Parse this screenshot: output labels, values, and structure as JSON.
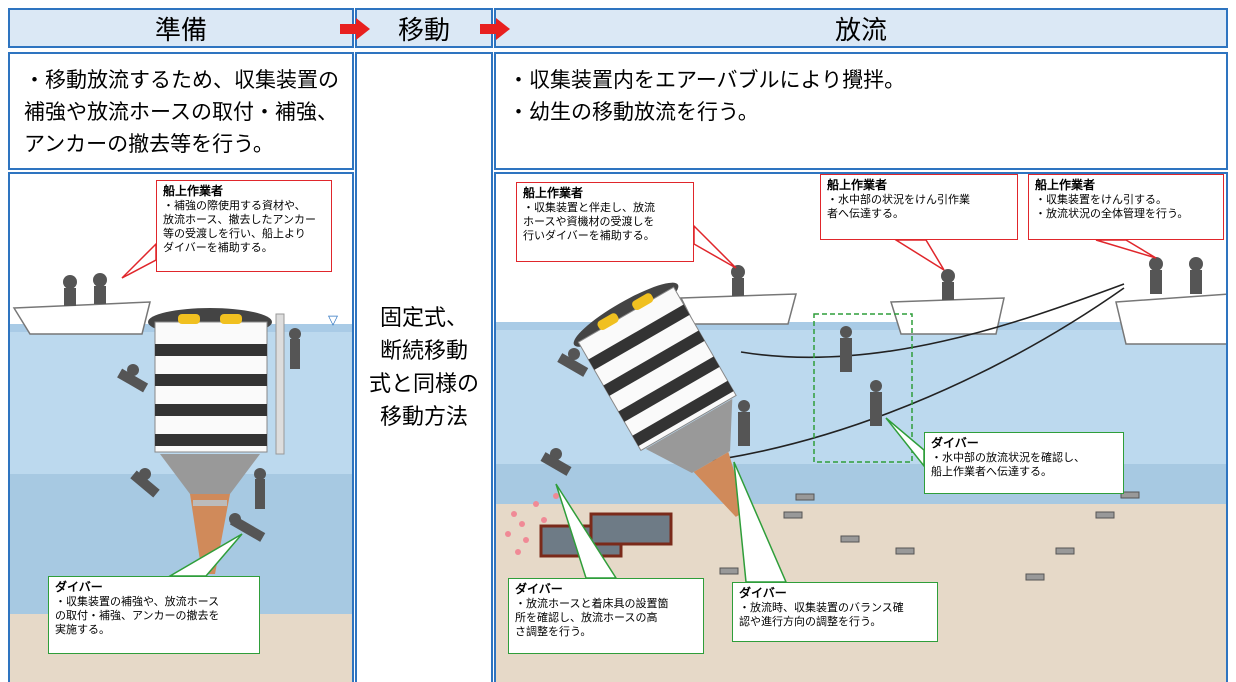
{
  "headers": {
    "prep": "準備",
    "move": "移動",
    "release": "放流"
  },
  "prep": {
    "desc": [
      "・移動放流するため、収集装置の",
      "補強や放流ホースの取付・補強、",
      "アンカーの撤去等を行う。"
    ],
    "boat_worker": {
      "title": "船上作業者",
      "text": [
        "・補強の際使用する資材や、",
        "放流ホース、撤去したアンカー",
        "等の受渡しを行い、船上より",
        "ダイバーを補助する。"
      ]
    },
    "diver": {
      "title": "ダイバー",
      "text": [
        "・収集装置の補強や、放流ホース",
        "の取付・補強、アンカーの撤去を",
        "実施する。"
      ]
    }
  },
  "move": {
    "text": [
      "固定式、",
      "断続移動",
      "式と同様の",
      "移動方法"
    ]
  },
  "release": {
    "desc": [
      "・収集装置内をエアーバブルにより攪拌。",
      "・幼生の移動放流を行う。"
    ],
    "boat_worker1": {
      "title": "船上作業者",
      "text": [
        "・収集装置と伴走し、放流",
        "ホースや資機材の受渡しを",
        "行いダイバーを補助する。"
      ]
    },
    "boat_worker2": {
      "title": "船上作業者",
      "text": [
        "・水中部の状況をけん引作業",
        "者へ伝達する。"
      ]
    },
    "boat_worker3": {
      "title": "船上作業者",
      "text": [
        "・収集装置をけん引する。",
        "・放流状況の全体管理を行う。"
      ]
    },
    "diver1": {
      "title": "ダイバー",
      "text": [
        "・水中部の放流状況を確認し、",
        "船上作業者へ伝達する。"
      ]
    },
    "diver2": {
      "title": "ダイバー",
      "text": [
        "・放流ホースと着床具の設置箇",
        "所を確認し、放流ホースの高",
        "さ調整を行う。"
      ]
    },
    "diver3": {
      "title": "ダイバー",
      "text": [
        "・放流時、収集装置のバランス確",
        "認や進行方向の調整を行う。"
      ]
    }
  },
  "colors": {
    "border": "#2e74c0",
    "header_bg": "#dbe8f5",
    "arrow": "#e8201f",
    "callout_boat": "#e0262b",
    "callout_diver": "#2f9e3a",
    "water": "#bcd9ee",
    "sand": "#e6d9c8"
  }
}
